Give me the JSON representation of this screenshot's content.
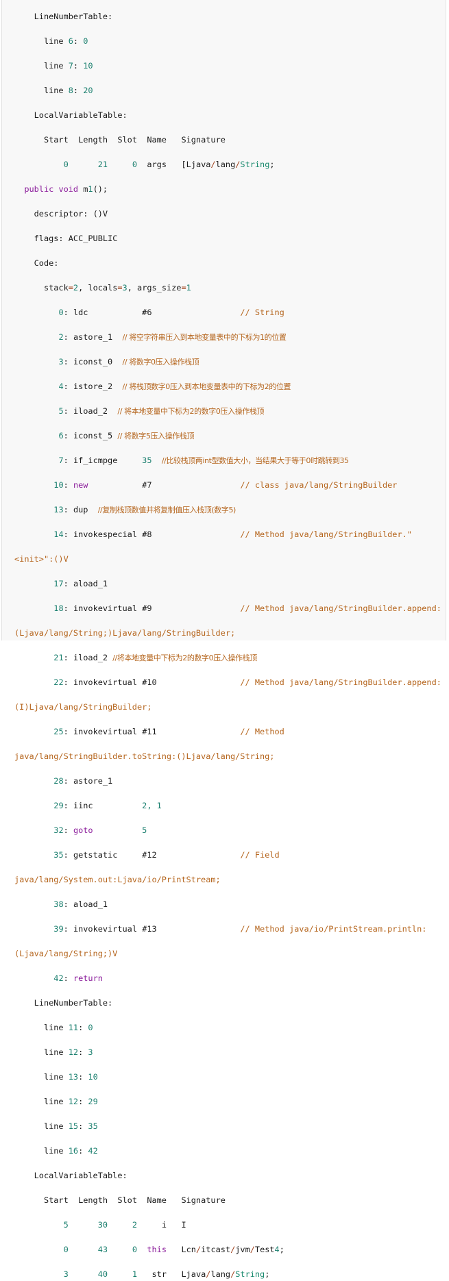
{
  "colors": {
    "background": "#f8f8f8",
    "text": "#1a1a1a",
    "number": "#1a7f6e",
    "keyword": "#8a1a9a",
    "comment": "#b5651d",
    "operator": "#a0431e",
    "type": "#1a8a6e"
  },
  "main_method_tail": {
    "line_number_table_label": "LineNumberTable:",
    "line_numbers": [
      {
        "line": "6",
        "pc": "0"
      },
      {
        "line": "7",
        "pc": "10"
      },
      {
        "line": "8",
        "pc": "20"
      }
    ],
    "local_variable_table_label": "LocalVariableTable:",
    "lvt_headers": [
      "Start",
      "Length",
      "Slot",
      "Name",
      "Signature"
    ],
    "lvt_rows": [
      {
        "start": "0",
        "length": "21",
        "slot": "0",
        "name": "args",
        "signature_prefix": "[Ljava/lang/",
        "signature_type": "String",
        "signature_suffix": ";"
      }
    ]
  },
  "method_m1": {
    "modifiers": "public void",
    "name": "m1();",
    "descriptor_label": "descriptor:",
    "descriptor_value": "()V",
    "flags_label": "flags:",
    "flags_value": "ACC_PUBLIC",
    "code_label": "Code:",
    "stack": {
      "stack": "2",
      "locals": "3",
      "args_size": "1"
    },
    "instructions": [
      {
        "pc": "0",
        "op": "ldc",
        "arg": "#6",
        "comment": "// String"
      },
      {
        "pc": "2",
        "op": "astore_1",
        "comment": "// 将空字符串压入到本地变量表中的下标为1的位置"
      },
      {
        "pc": "3",
        "op": "iconst_0",
        "comment": "// 将数字0压入操作栈顶"
      },
      {
        "pc": "4",
        "op": "istore_2",
        "comment": "// 将栈顶数字0压入到本地变量表中的下标为2的位置"
      },
      {
        "pc": "5",
        "op": "iload_2",
        "comment": "// 将本地变量中下标为2的数字0压入操作栈顶"
      },
      {
        "pc": "6",
        "op": "iconst_5",
        "comment": "// 将数字5压入操作栈顶"
      },
      {
        "pc": "7",
        "op": "if_icmpge",
        "arg": "35",
        "comment": "//比较栈顶两int型数值大小，当结果大于等于0时跳转到35"
      },
      {
        "pc": "10",
        "op": "new",
        "arg": "#7",
        "comment": "// class java/lang/StringBuilder"
      },
      {
        "pc": "13",
        "op": "dup",
        "comment": "//复制栈顶数值并将复制值压入栈顶(数字5)"
      },
      {
        "pc": "14",
        "op": "invokespecial",
        "arg": "#8",
        "comment": "// Method java/lang/StringBuilder.\"",
        "comment_wrap": "<init>\":()V"
      },
      {
        "pc": "17",
        "op": "aload_1"
      },
      {
        "pc": "18",
        "op": "invokevirtual",
        "arg": "#9",
        "comment": "// Method java/lang/StringBuilder.append:",
        "comment_wrap": "(Ljava/lang/String;)Ljava/lang/StringBuilder;"
      },
      {
        "pc": "21",
        "op": "iload_2",
        "comment": "//将本地变量中下标为2的数字0压入操作栈顶"
      },
      {
        "pc": "22",
        "op": "invokevirtual",
        "arg": "#10",
        "comment": "// Method java/lang/StringBuilder.append:",
        "comment_wrap": "(I)Ljava/lang/StringBuilder;"
      },
      {
        "pc": "25",
        "op": "invokevirtual",
        "arg": "#11",
        "comment": "// Method",
        "comment_wrap": "java/lang/StringBuilder.toString:()Ljava/lang/String;"
      },
      {
        "pc": "28",
        "op": "astore_1"
      },
      {
        "pc": "29",
        "op": "iinc",
        "arg": "2, 1"
      },
      {
        "pc": "32",
        "op": "goto",
        "arg": "5"
      },
      {
        "pc": "35",
        "op": "getstatic",
        "arg": "#12",
        "comment": "// Field",
        "comment_wrap": "java/lang/System.out:Ljava/io/PrintStream;"
      },
      {
        "pc": "38",
        "op": "aload_1"
      },
      {
        "pc": "39",
        "op": "invokevirtual",
        "arg": "#13",
        "comment": "// Method java/io/PrintStream.println:",
        "comment_wrap": "(Ljava/lang/String;)V"
      },
      {
        "pc": "42",
        "op": "return"
      }
    ],
    "line_number_table_label": "LineNumberTable:",
    "line_numbers": [
      {
        "line": "11",
        "pc": "0"
      },
      {
        "line": "12",
        "pc": "3"
      },
      {
        "line": "13",
        "pc": "10"
      },
      {
        "line": "12",
        "pc": "29"
      },
      {
        "line": "15",
        "pc": "35"
      },
      {
        "line": "16",
        "pc": "42"
      }
    ],
    "local_variable_table_label": "LocalVariableTable:",
    "lvt_headers": [
      "Start",
      "Length",
      "Slot",
      "Name",
      "Signature"
    ],
    "lvt_rows": [
      {
        "start": "5",
        "length": "30",
        "slot": "2",
        "name": "i",
        "signature": "I"
      },
      {
        "start": "0",
        "length": "43",
        "slot": "0",
        "name": "this",
        "signature": "Lcn/itcast/jvm/Test4;"
      },
      {
        "start": "3",
        "length": "40",
        "slot": "1",
        "name": "str",
        "signature_prefix": "Ljava/lang/",
        "signature_type": "String",
        "signature_suffix": ";"
      }
    ]
  }
}
